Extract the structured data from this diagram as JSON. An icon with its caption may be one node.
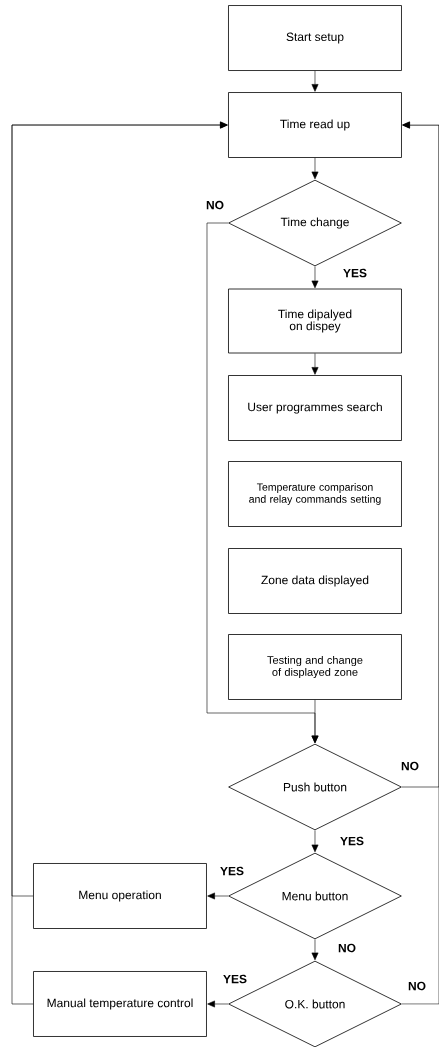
{
  "diagram": {
    "nodes": [
      {
        "text": [
          "Start setup"
        ]
      },
      {
        "text": [
          "Time read up"
        ]
      },
      {
        "text": [
          "Time change"
        ]
      },
      {
        "text": [
          "Time dipalyed on dispey"
        ]
      },
      {
        "text": [
          "User programmes search"
        ]
      },
      {
        "text": [
          "Temperature comparison and relay commands setting"
        ]
      },
      {
        "text": [
          "Zone data displayed"
        ]
      },
      {
        "text": [
          "Testing and change of displayed zone"
        ]
      },
      {
        "text": [
          "Push button"
        ]
      },
      {
        "text": [
          "Menu button"
        ]
      },
      {
        "text": [
          "Menu operation"
        ]
      },
      {
        "text": [
          "O.K. button"
        ]
      },
      {
        "text": [
          "Manual temperature control"
        ]
      }
    ],
    "edges": [
      {
        "from": 0,
        "to": 1,
        "arrow": "to"
      },
      {
        "from": 1,
        "to": 2,
        "arrow": "to"
      },
      {
        "from": 2,
        "to": 3,
        "arrow": "to",
        "label": "YES"
      },
      {
        "from": 3,
        "to": 4,
        "arrow": "to"
      },
      {
        "from": 2,
        "to": 8,
        "arrow": "to",
        "label": "NO"
      },
      {
        "from": 7,
        "to": 8,
        "arrow": "to"
      },
      {
        "from": 8,
        "to": 9,
        "arrow": "to",
        "label": "YES"
      },
      {
        "from": 8,
        "to": 1,
        "arrow": "to",
        "label": "NO"
      },
      {
        "from": 9,
        "to": 10,
        "arrow": "to",
        "label": "YES"
      },
      {
        "from": 9,
        "to": 11,
        "arrow": "to",
        "label": "NO"
      },
      {
        "from": 11,
        "to": 12,
        "arrow": "to",
        "label": "YES"
      },
      {
        "from": 11,
        "to": 1,
        "arrow": "to",
        "label": "NO"
      },
      {
        "from": 10,
        "to": 1,
        "arrow": "to"
      },
      {
        "from": 12,
        "to": 1,
        "arrow": "to"
      }
    ]
  }
}
